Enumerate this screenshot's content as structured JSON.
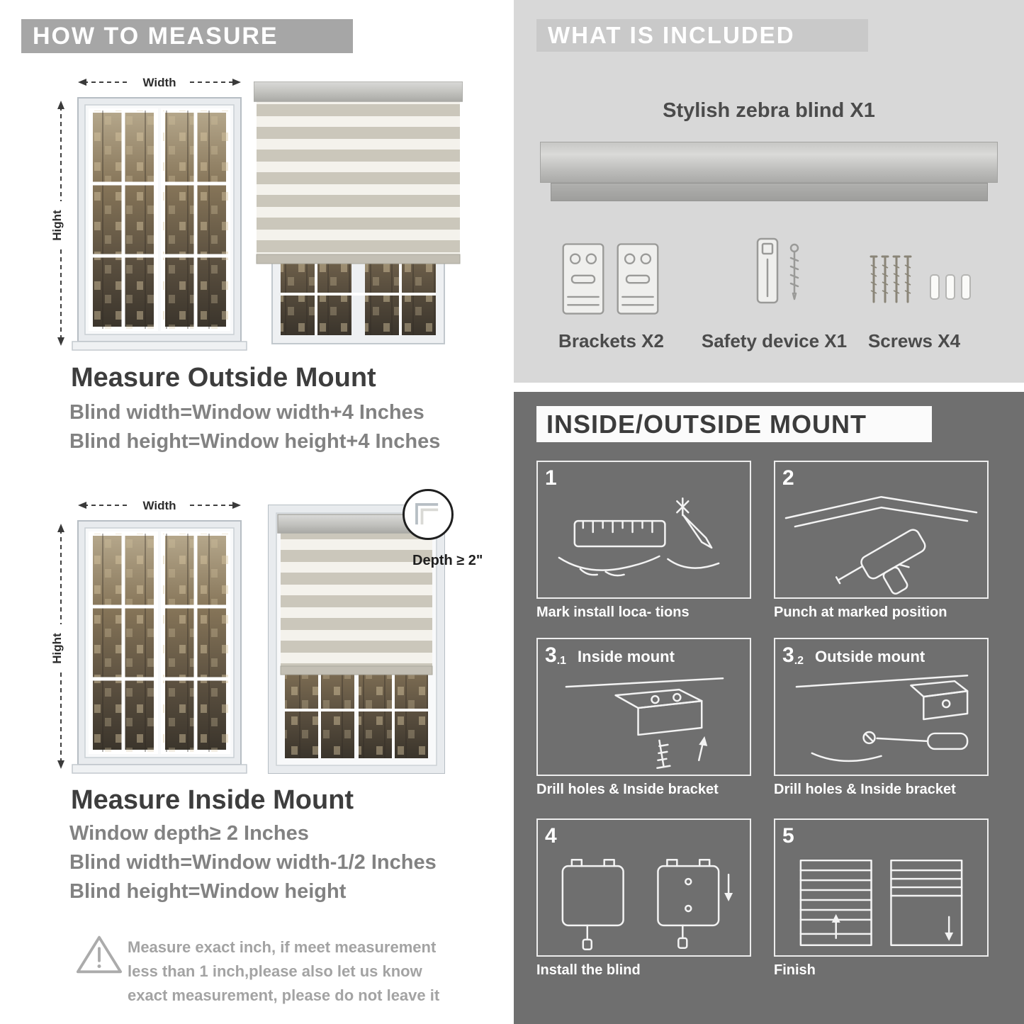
{
  "colors": {
    "left_banner": "#a6a6a6",
    "included_bg": "#d8d8d8",
    "included_banner": "#c9c9c9",
    "mount_bg": "#6f6f6f",
    "mount_banner": "#fbfbfb"
  },
  "measure": {
    "header": "HOW TO MEASURE",
    "width_label": "Width",
    "height_label": "Hight",
    "outside": {
      "title": "Measure Outside Mount",
      "lines": [
        "Blind width=Window width+4 Inches",
        "Blind height=Window height+4 Inches"
      ]
    },
    "inside": {
      "title": "Measure Inside Mount",
      "depth_callout": "Depth ≥ 2\"",
      "lines": [
        "Window depth≥ 2 Inches",
        "Blind width=Window width-1/2 Inches",
        "Blind height=Window height"
      ]
    },
    "warning": "Measure exact inch, if meet measurement less than 1 inch,please also let us know exact measurement, please do not leave it"
  },
  "included": {
    "header": "WHAT IS INCLUDED",
    "product_label": "Stylish zebra blind X1",
    "items": [
      {
        "label": "Brackets X2"
      },
      {
        "label": "Safety device X1"
      },
      {
        "label": "Screws X4"
      }
    ]
  },
  "mount": {
    "header": "INSIDE/OUTSIDE MOUNT",
    "steps": [
      {
        "num": "1",
        "sub": "",
        "title": "",
        "caption": "Mark install loca- tions"
      },
      {
        "num": "2",
        "sub": "",
        "title": "",
        "caption": "Punch at  marked position"
      },
      {
        "num": "3",
        "sub": ".1",
        "title": "Inside mount",
        "caption": "Drill holes &  Inside bracket"
      },
      {
        "num": "3",
        "sub": ".2",
        "title": "Outside mount",
        "caption": "Drill holes &  Inside bracket"
      },
      {
        "num": "4",
        "sub": "",
        "title": "",
        "caption": "Install the blind"
      },
      {
        "num": "5",
        "sub": "",
        "title": "",
        "caption": "Finish"
      }
    ]
  }
}
